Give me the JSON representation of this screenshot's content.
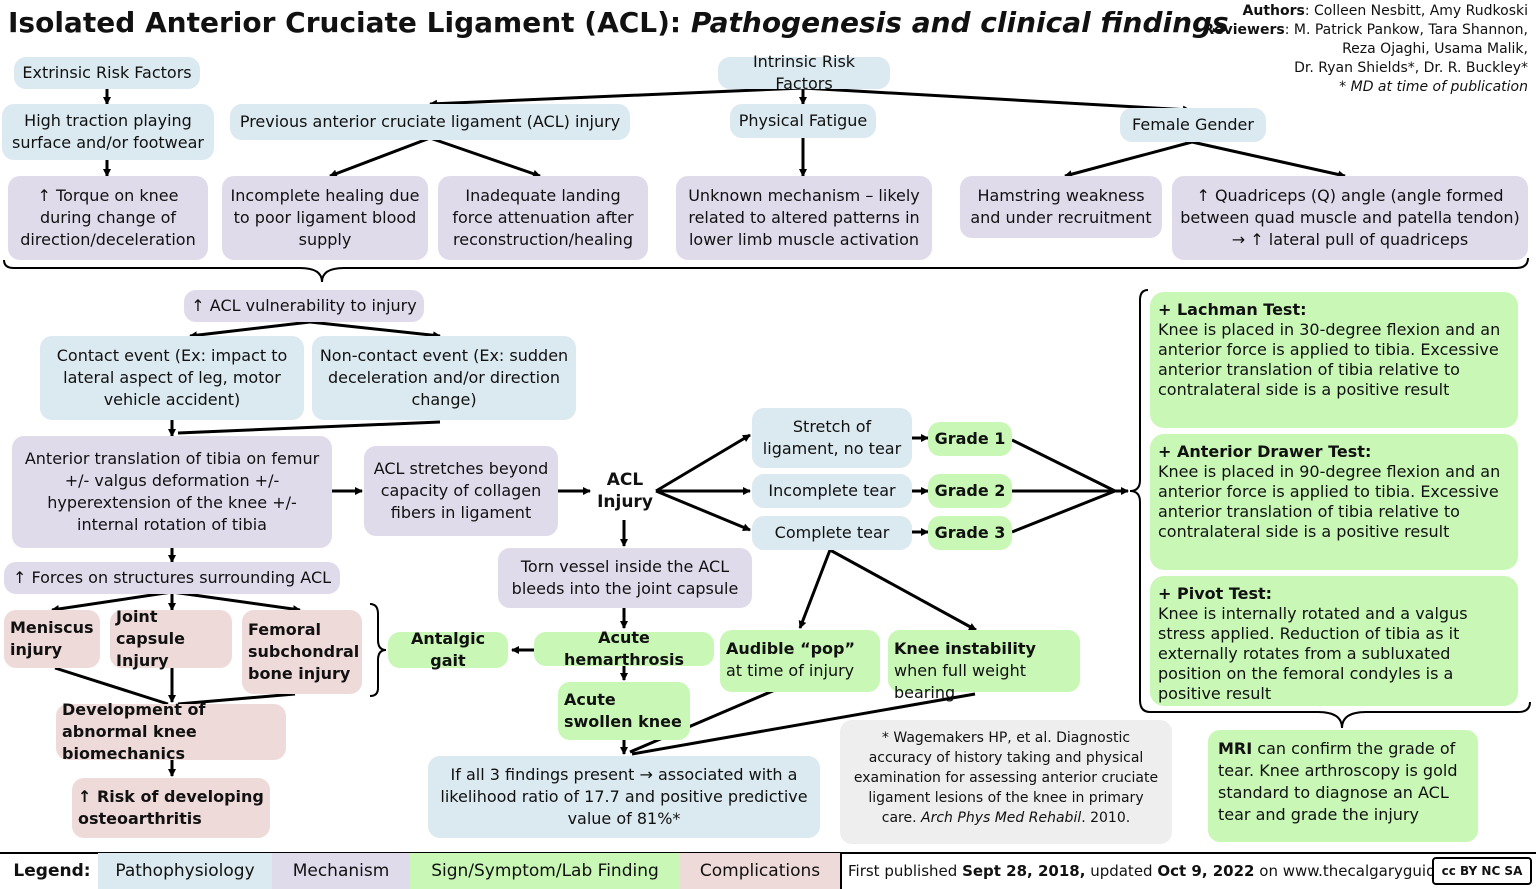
{
  "title": {
    "main": "Isolated Anterior Cruciate Ligament (ACL):",
    "sub": "Pathogenesis and clinical findings"
  },
  "authors": {
    "authors_label": "Authors",
    "authors": ": Colleen Nesbitt, Amy Rudkoski",
    "reviewers_label": "Reviewers",
    "reviewers_line1": ": M. Patrick Pankow, Tara Shannon,",
    "reviewers_line2": "Reza Ojaghi, Usama Malik,",
    "reviewers_line3": "Dr. Ryan Shields*, Dr. R. Buckley*",
    "note": "* MD at time of publication"
  },
  "nodes": {
    "extrinsic": "Extrinsic Risk Factors",
    "high_traction": "High traction playing surface and/or footwear",
    "torque": "↑ Torque on knee during change of direction/deceleration",
    "intrinsic": "Intrinsic Risk Factors",
    "previous_acl": "Previous anterior cruciate ligament (ACL) injury",
    "incomplete_healing": "Incomplete healing due to poor ligament blood supply",
    "inadequate_landing": "Inadequate landing force attenuation after reconstruction/healing",
    "physical_fatigue": "Physical Fatigue",
    "unknown_mechanism": "Unknown mechanism – likely related to altered patterns in lower limb muscle activation",
    "female_gender": "Female Gender",
    "hamstring": "Hamstring weakness and under recruitment",
    "quadriceps": "↑ Quadriceps (Q) angle (angle formed between quad muscle and patella tendon) → ↑ lateral pull of quadriceps",
    "vulnerability": "↑ ACL vulnerability to injury",
    "contact": "Contact event (Ex: impact to lateral aspect of leg, motor vehicle accident)",
    "noncontact": "Non-contact event (Ex: sudden deceleration and/or direction change)",
    "anterior_translation": "Anterior translation of tibia on femur +/- valgus deformation +/- hyperextension of the knee +/- internal rotation of tibia",
    "acl_stretches": "ACL stretches beyond capacity of collagen fibers in ligament",
    "acl_injury": "ACL Injury",
    "stretch": "Stretch of ligament, no tear",
    "incomplete_tear": "Incomplete tear",
    "complete_tear": "Complete tear",
    "grade1": "Grade 1",
    "grade2": "Grade 2",
    "grade3": "Grade 3",
    "forces": "↑ Forces on structures surrounding ACL",
    "meniscus": "Meniscus injury",
    "joint_capsule": "Joint capsule Injury",
    "femoral": "Femoral subchondral bone injury",
    "abnormal_biomech": "Development of abnormal knee biomechanics",
    "osteoarthritis": "↑ Risk of developing osteoarthritis",
    "torn_vessel": "Torn vessel inside the ACL bleeds into the joint capsule",
    "antalgic": "Antalgic gait",
    "hemarthrosis": "Acute hemarthrosis",
    "swollen": "Acute swollen knee",
    "pop_bold": "Audible “pop”",
    "pop_rest": " at time of injury",
    "instability_bold": "Knee instability",
    "instability_rest": " when full weight bearing",
    "findings": "If all 3 findings present → associated with a likelihood ratio of 17.7 and positive predictive value of 81%*",
    "citation_a": "* Wagemakers HP, et al. Diagnostic accuracy of history taking and physical examination for assessing anterior cruciate ligament lesions of the knee in primary care. ",
    "citation_journal": "Arch Phys Med Rehabil",
    "citation_b": ". 2010.",
    "mri_bold": "MRI",
    "mri_rest": " can confirm the grade of tear. Knee arthroscopy is gold standard to diagnose an ACL tear and grade the injury"
  },
  "tests": [
    {
      "title": "+ Lachman Test:",
      "text": "Knee is placed in 30-degree flexion and an anterior force is applied to tibia. Excessive anterior translation of tibia relative to contralateral side is a positive result"
    },
    {
      "title": "+ Anterior Drawer Test:",
      "text": "Knee is placed in 90-degree flexion and an anterior force is applied to tibia. Excessive anterior translation of tibia relative to contralateral side is a positive result"
    },
    {
      "title": "+ Pivot Test:",
      "text": "Knee is internally rotated and a valgus stress applied. Reduction of tibia as it externally rotates from a subluxated position on the femoral condyles is a positive result"
    }
  ],
  "legend": {
    "label": "Legend:",
    "items": [
      "Pathophysiology",
      "Mechanism",
      "Sign/Symptom/Lab Finding",
      "Complications"
    ]
  },
  "footer": {
    "prefix": "First published ",
    "published": "Sept 28, 2018,",
    "mid": " updated ",
    "updated": "Oct 9, 2022",
    "suffix": " on www.thecalgaryguide.com",
    "license": "cc BY NC SA"
  },
  "colors": {
    "pathophysiology": "#dbe9f0",
    "mechanism": "#e0dbeb",
    "sign": "#c8f7b6",
    "complications": "#efdada",
    "citation": "#eeeeee"
  }
}
